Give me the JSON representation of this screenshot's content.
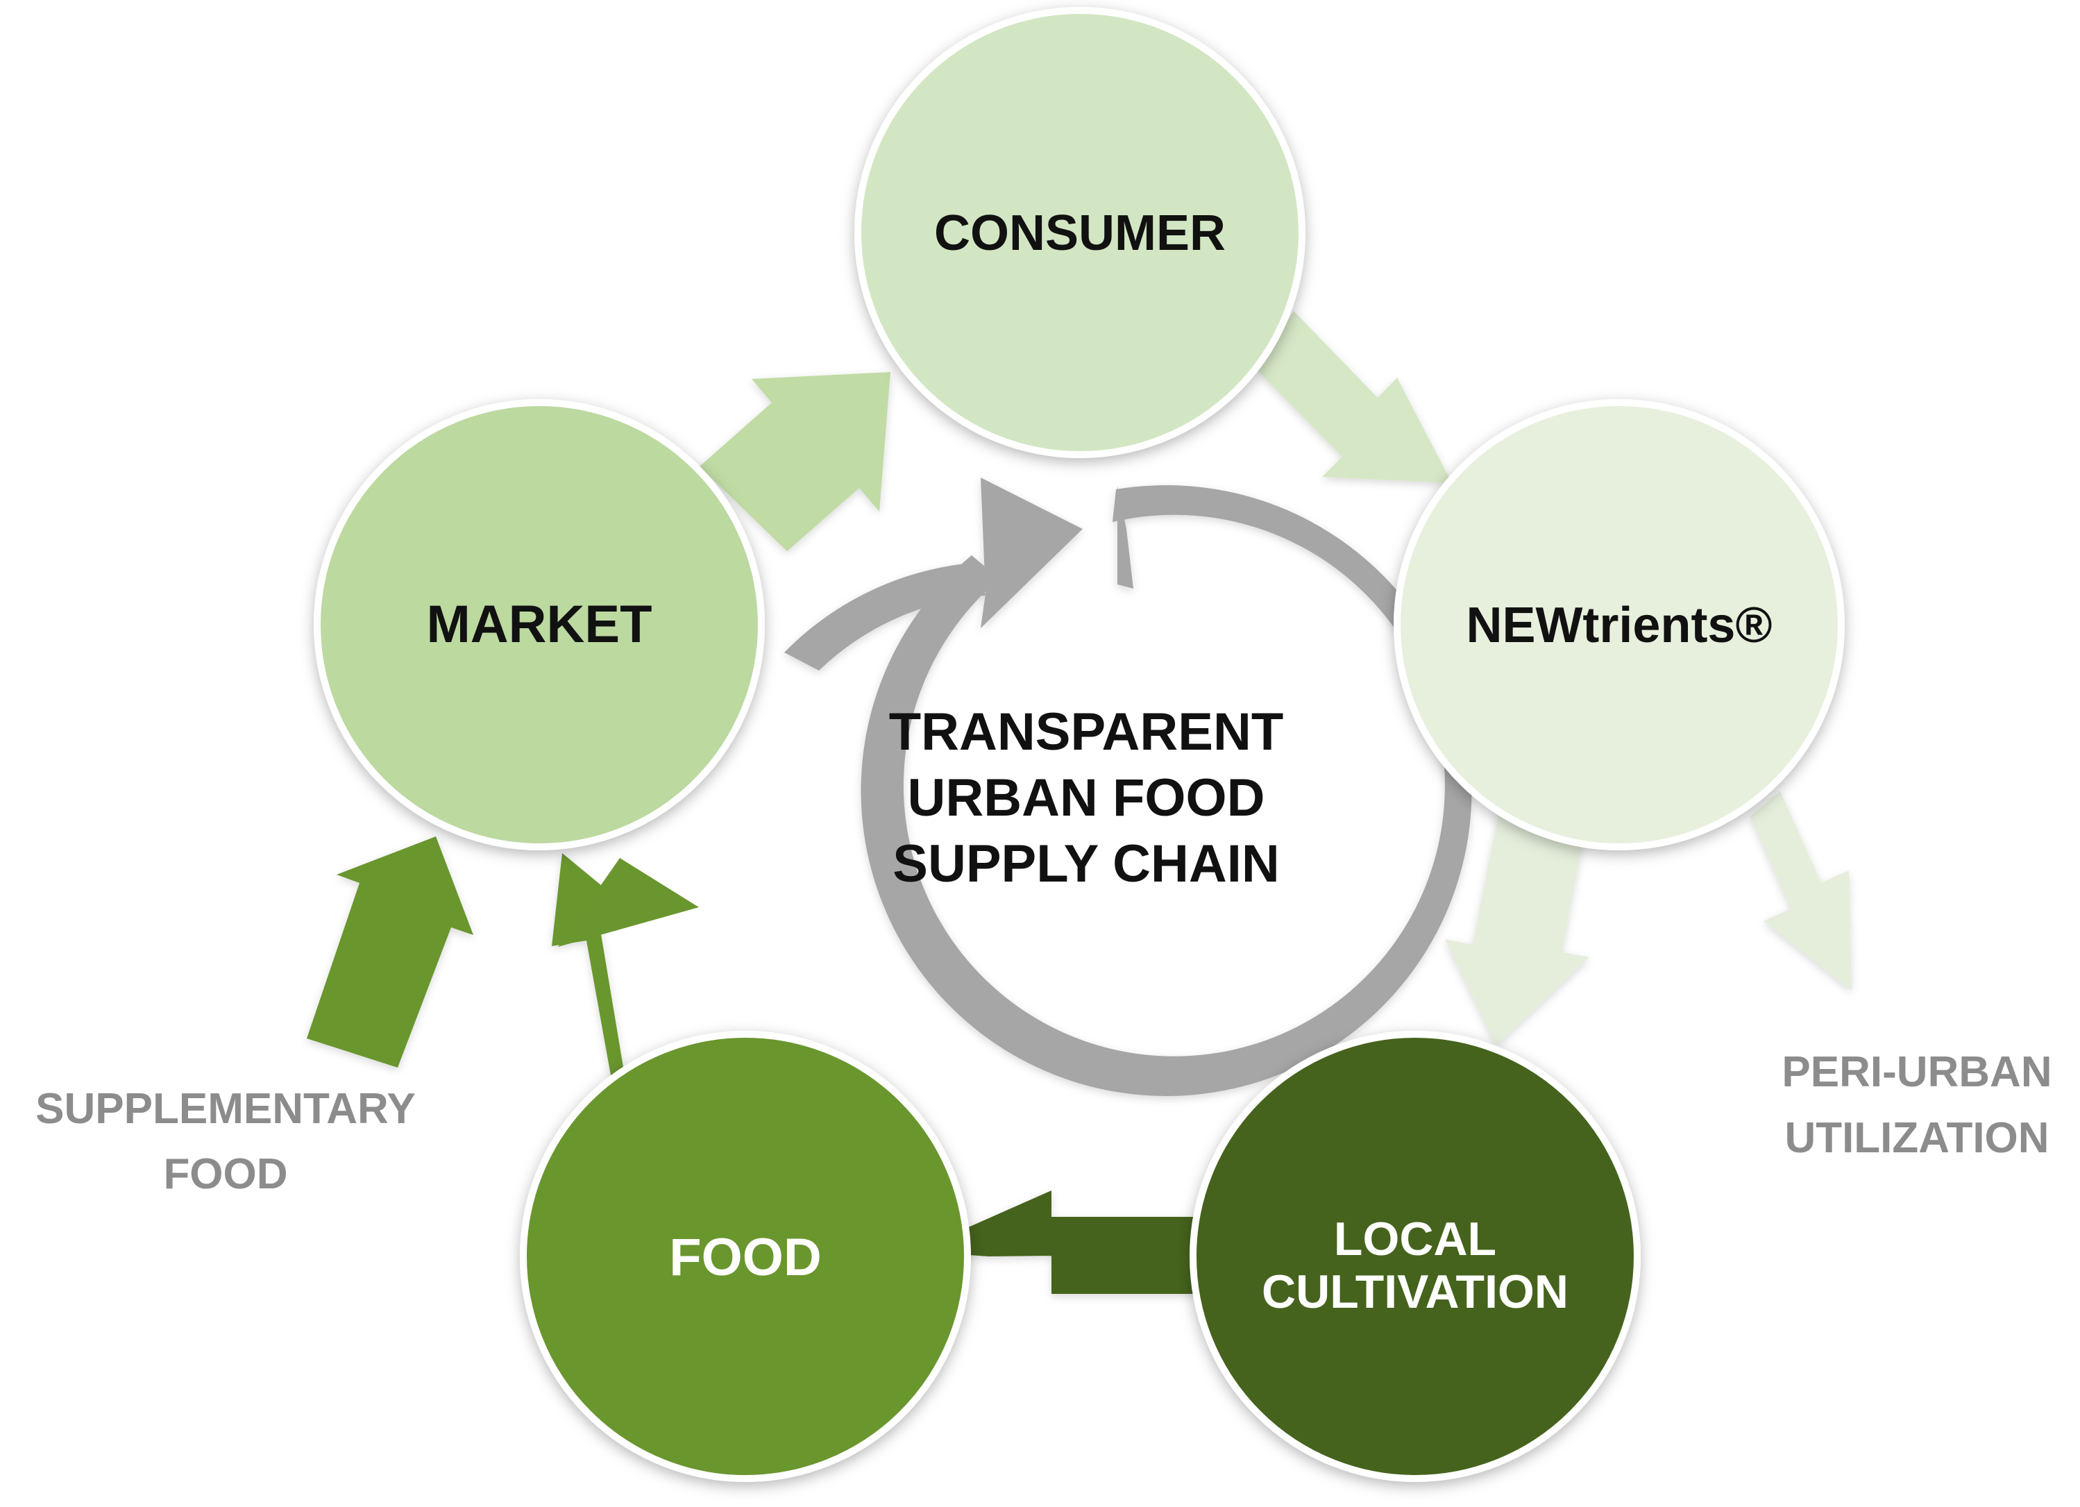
{
  "diagram": {
    "center": {
      "lines": [
        "TRANSPARENT",
        "URBAN FOOD",
        "SUPPLY CHAIN"
      ]
    },
    "nodes": {
      "consumer": {
        "label": "CONSUMER",
        "color": "#d3e6c3",
        "text_color": "#111111"
      },
      "newtrients": {
        "label": "NEWtrients®",
        "color": "#e7f0dd",
        "text_color": "#111111"
      },
      "market": {
        "label": "MARKET",
        "color": "#bcd9a0",
        "text_color": "#111111"
      },
      "food": {
        "label": "FOOD",
        "color": "#6a962f",
        "text_color": "#ffffff"
      },
      "local_cultivation": {
        "lines": [
          "LOCAL",
          "CULTIVATION"
        ],
        "color": "#44641f",
        "text_color": "#ffffff"
      }
    },
    "side_labels": {
      "supplementary_food": [
        "SUPPLEMENTARY",
        "FOOD"
      ],
      "peri_urban": [
        "PERI-URBAN",
        "UTILIZATION"
      ]
    },
    "colors": {
      "cycle_arrow": "#a6a6a6",
      "arrow_market_consumer": "#c0dba4",
      "arrow_consumer_newtrients": "#d6e7c6",
      "arrow_newtrients_out": "#e4eedb",
      "arrow_cultivation_food": "#44641f",
      "arrow_to_market": "#6a962f",
      "side_label": "#8c8c8c",
      "circle_border": "#ffffff"
    }
  }
}
